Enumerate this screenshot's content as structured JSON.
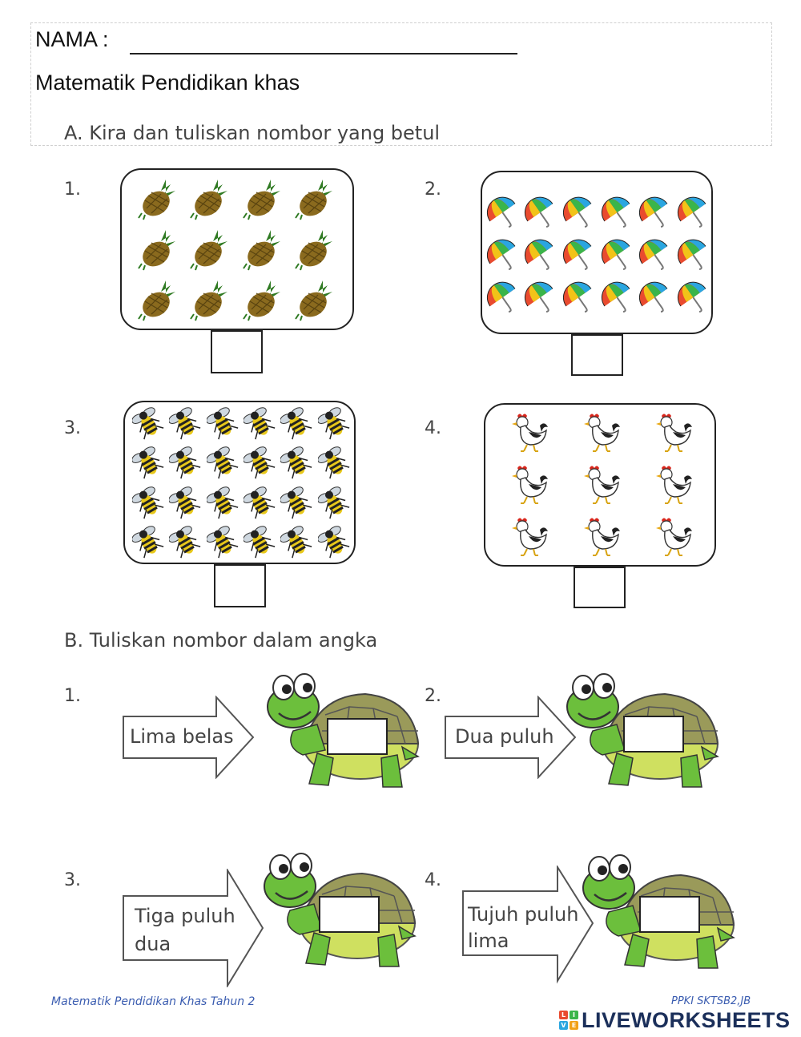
{
  "header": {
    "name_label": "NAMA :",
    "subject": "Matematik Pendidikan khas"
  },
  "section_a": {
    "title": "A.  Kira dan tuliskan nombor yang betul",
    "questions": [
      {
        "number": "1.",
        "item_icon": "pineapple-icon",
        "count": 12,
        "cols": 4
      },
      {
        "number": "2.",
        "item_icon": "umbrella-icon",
        "count": 18,
        "cols": 6
      },
      {
        "number": "3.",
        "item_icon": "bee-icon",
        "count": 24,
        "cols": 6
      },
      {
        "number": "4.",
        "item_icon": "chicken-icon",
        "count": 9,
        "cols": 3
      }
    ]
  },
  "section_b": {
    "title": "B.  Tuliskan nombor dalam angka",
    "questions": [
      {
        "number": "1.",
        "line1": "Lima belas",
        "line2": ""
      },
      {
        "number": "2.",
        "line1": "Dua puluh",
        "line2": ""
      },
      {
        "number": "3.",
        "line1": "Tiga puluh",
        "line2": "dua"
      },
      {
        "number": "4.",
        "line1": "Tujuh puluh",
        "line2": "lima"
      }
    ]
  },
  "footer": {
    "left": "Matematik Pendidikan Khas Tahun 2",
    "right": "PPKI SKTSB2,JB",
    "brand": "LIVEWORKSHEETS"
  },
  "colors": {
    "pineapple_body": "#8a6a1e",
    "pineapple_leaf": "#2f7a22",
    "bee_body": "#e8c81a",
    "bee_stripe": "#222222",
    "umbrella": [
      "#e94b2f",
      "#f2c318",
      "#3ab54a",
      "#2aa6e0"
    ],
    "turtle_shell": "#9a9a5a",
    "turtle_skin": "#6cbf3c",
    "footer_blue": "#3a5cb0",
    "brand_navy": "#1b2f5a"
  }
}
